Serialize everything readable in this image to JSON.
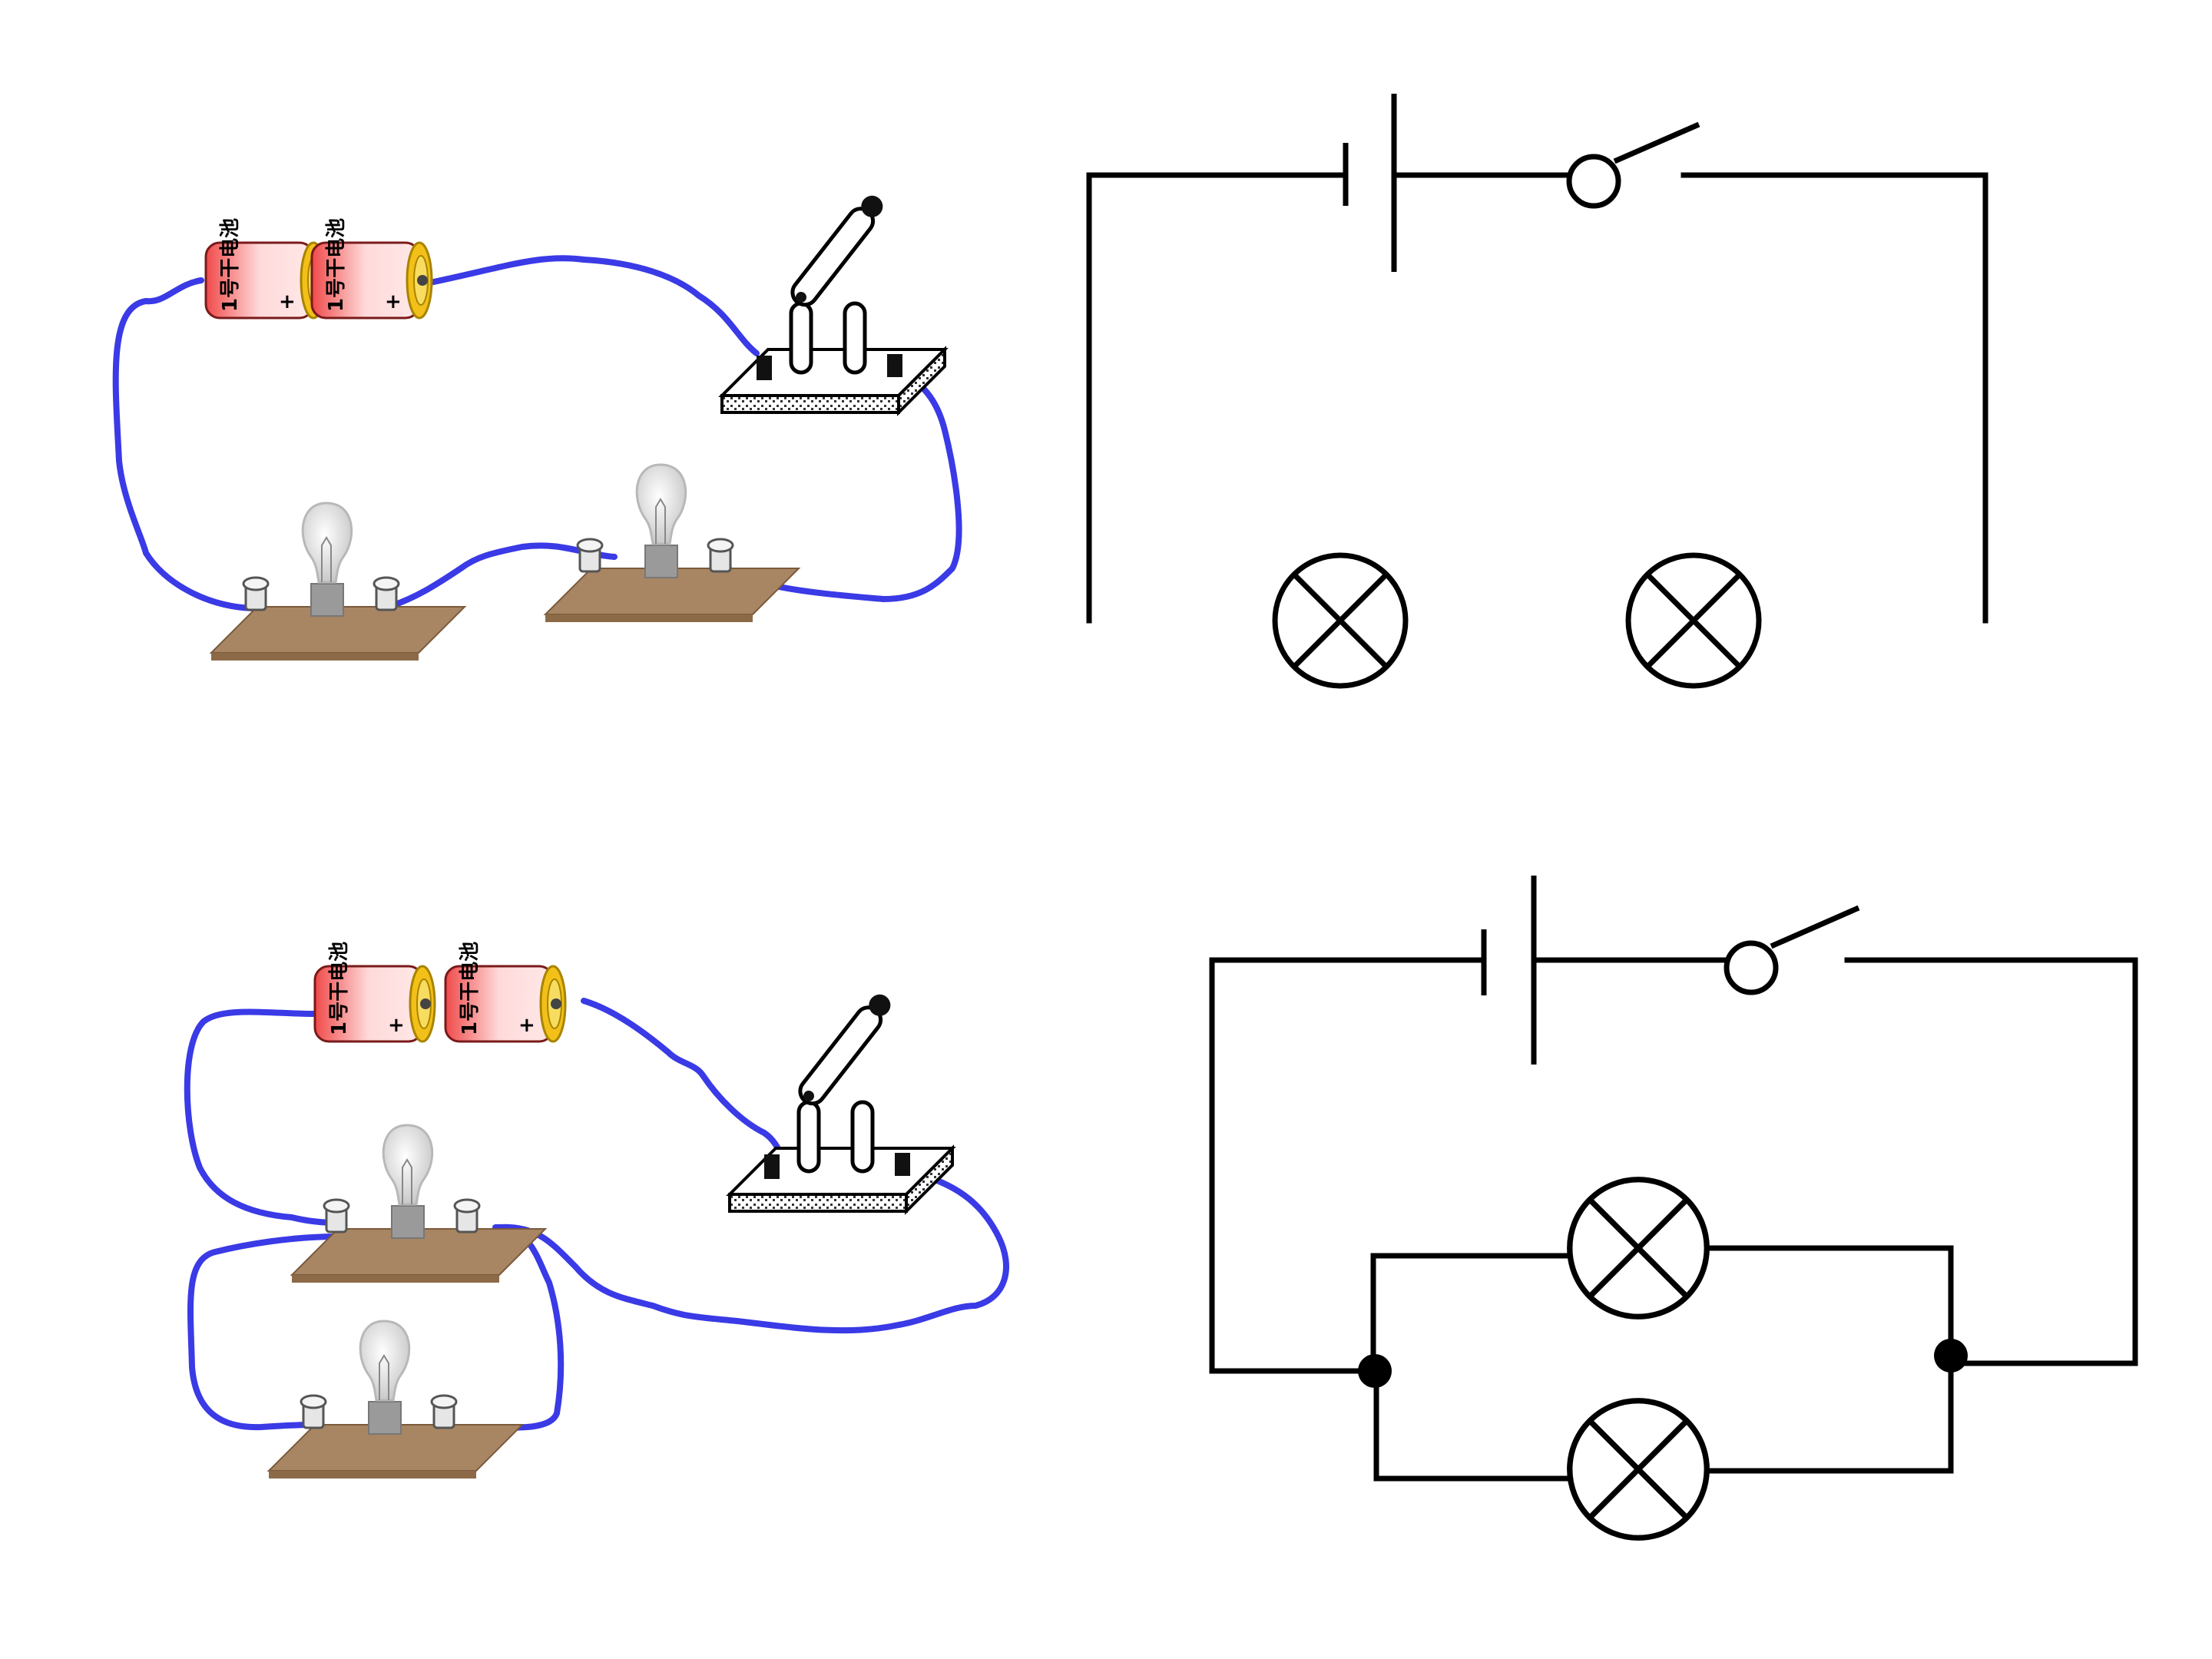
{
  "figure": {
    "panels": [
      {
        "name": "series-circuit",
        "real_circuit": {
          "battery_cell_label": "1号干电池",
          "cell_signs": "+",
          "cell_count": 2,
          "bulb_count": 2,
          "connection": "series"
        },
        "schematic": {
          "components": [
            "battery",
            "switch",
            "lamp",
            "lamp"
          ],
          "lamp_symbol": "circle-with-cross",
          "note": "lamps drawn without connecting wire (to be completed)"
        }
      },
      {
        "name": "parallel-circuit",
        "real_circuit": {
          "battery_cell_label": "1号干电池",
          "cell_signs": "+",
          "cell_count": 2,
          "bulb_count": 2,
          "connection": "parallel"
        },
        "schematic": {
          "components": [
            "battery",
            "switch",
            "lamp",
            "lamp"
          ],
          "lamp_symbol": "circle-with-cross",
          "junction_dots": 2
        }
      }
    ]
  },
  "colors": {
    "wire": "#3a3ae6",
    "schematic_line": "#000000",
    "cell_red": "#e8505a",
    "board_brown": "#a88663"
  },
  "icons": [
    "battery-cell-icon",
    "light-bulb-icon",
    "knife-switch-icon",
    "lamp-symbol-icon",
    "switch-symbol-icon",
    "battery-symbol-icon"
  ]
}
